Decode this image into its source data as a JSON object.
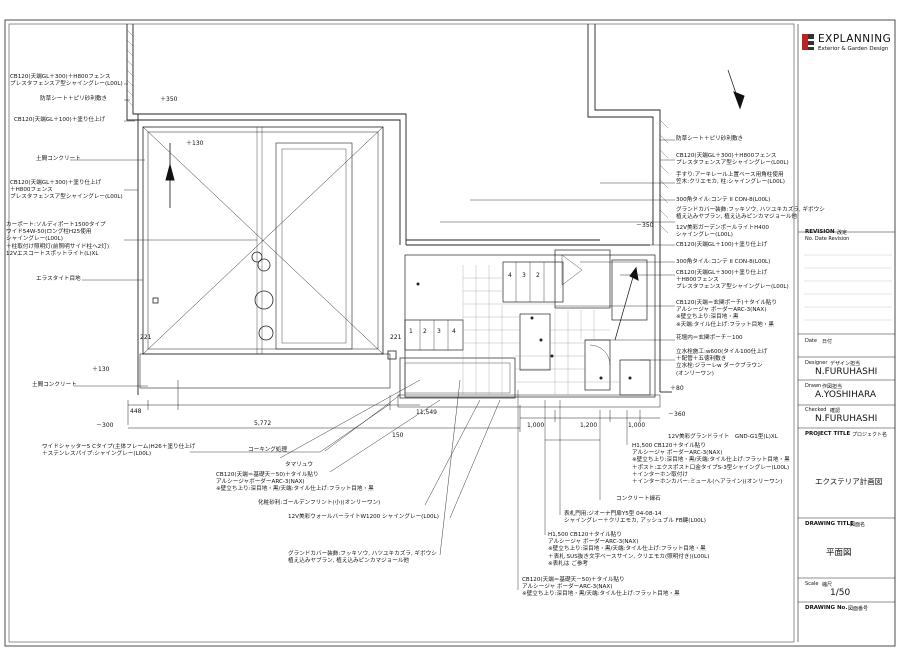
{
  "title_block": {
    "brand": "EXPLANNING",
    "brand_sub": "Exterior & Garden Design",
    "revision_label": "REVISION",
    "revision_jp": "改定",
    "revision_cols": "No. Date Revision",
    "date_label": "Date",
    "date_jp": "日付",
    "designer_label": "Designer",
    "designer_jp": "デザイン担当",
    "designer_name": "N.FURUHASHI",
    "drawn_label": "Drawn",
    "drawn_jp": "作図担当",
    "drawn_name": "A.YOSHIHARA",
    "checked_label": "Checked",
    "checked_jp": "確認",
    "checked_name": "N.FURUHASHI",
    "project_label": "PROJECT TITLE",
    "project_jp": "プロジェクト名",
    "project_name": "エクステリア計画図",
    "drawing_label": "DRAWING TITLE",
    "drawing_jp": "図面名",
    "drawing_name": "平面図",
    "scale_label": "Scale",
    "scale_jp": "縮尺",
    "scale_value": "1/50",
    "drawing_no_label": "DRAWING No.",
    "drawing_no_jp": "図面番号"
  },
  "labels_left": [
    "CB120(天端GL＋300)＋H800フェンス\nプレスタフェンスア型シャイングレー(L00L)",
    "防草シート＋ピリ砂利敷き",
    "CB120(天端GL＋100)＋塗り仕上げ",
    "土間コンクリート",
    "CB120(天端GL＋300)＋塗り仕上げ\n＋H800フェンス\nプレスタフェンスア型シャイングレー(L00L)",
    "カーポート:ソルディポート1500タイプ\nワイド54W-50(ロング柱H25使用\nシャイングレー(L00L)\n＋柱取付け照明灯(前照明サイド柱へ2灯)\n12Vエスコートスポットライト(L)XL",
    "エラスタイト目地",
    "土間コンクリート",
    "ワイドシャッター5 Cタイプ(主体フレーム)H26＋塗り仕上げ\n＋ステンレスパイプ:シャイングレー(L00L)"
  ],
  "labels_right": [
    "防草シート＋ピリ砂利敷き",
    "CB120(天端GL＋300)＋H800フェンス\nプレスタフェンスア型シャイングレー(L00L)",
    "手すり:アーキレール上置ベース用角柱使用\n笠木:クリエモカ, 柱:シャイングレー(L00L)",
    "300角タイル:コンテ II CON-8(L00L)",
    "グランドカバー装飾:フッキソウ, ハツユキカズラ, ギボウシ\n植え込みヤブラン, 植え込みピンカマジョール他",
    "12V美彩ガーデンポールライトH400\nシャイングレー(L00L)",
    "CB120(天端GL＋100)＋塗り仕上げ",
    "300角タイル:コンテ II CON-8(L00L)",
    "CB120(天端GL＋300)＋塗り仕上げ\n＋H800フェンス\nプレスタフェンスア型シャイングレー(L00L)",
    "CB120(天端＝玄関ポーチ)＋タイル貼り\nアルシージャ ボーダーARC-3(NAX)\n※壁立ち上り:深目地・黒\n※天端:タイル仕上げ:フラット目地・黒",
    "花壇内＝玄関ポーチ－100",
    "立水栓施工:w600(タイル100仕上げ\n＋配管＋五徳利敷き\n立水栓:ジラーレw ダークブラウン\n(オンリーワン)"
  ],
  "labels_bottom": [
    "コーキング処理",
    "タマリュウ",
    "CB120(天端＝基礎天－50)＋タイル貼り\nアルシージャボーダーARC-3(NAX)\n※壁立ち上り:深目地・黒/天端:タイル仕上げ:フラット目地・黒",
    "化粧砂利:ゴールデンフリント(小)(オンリーワン)",
    "12V美彩ウォールバーライトW1200 シャイングレー(L00L)",
    "グランドカバー装飾:フッキソウ, ハツユキカズラ, ギボウシ\n植え込みヤブラン, 植え込みピンカマジョール他",
    "12V美彩グランドライト　GND-G1型(L)XL",
    "H1,500 CB120＋タイル貼り\nアルシージャ ボーダーARC-3(NAX)\n※壁立ち上り:深目地・黒/天端:タイル仕上げ:フラット目地・黒\n＋ポスト:エクスポスト口金タイプS-3型シャイングレー(L00L)\n＋インターホン取付け\n＋インターホンカバー:ミュール(ヘアライン)(オンリーワン)",
    "コンクリート縁石",
    "表札門用:ジオーナ門扉Y5型 04-08-14\nシャイングレー＋クリエモカ, アッシュブル FB鍵(L00L)",
    "H1,500 CB120＋タイル貼り\nアルシージャ ボーダーARC-3(NAX)\n※壁立ち上り:深目地・黒/天端:タイル仕上げ:フラット目地・黒\n＋表札 SUS抜き文字ベースサイン, クリエモカ(照明付き)(L00L)\n※表札は ご参考",
    "CB120(天端＝基礎天－50)＋タイル貼り\nアルシージャ ボーダーARC-3(NAX)\n※壁立ち上り:深目地・黒/天端:タイル仕上げ:フラット目地・黒"
  ],
  "dims": {
    "d_plus350": "＋350",
    "d_plus130a": "＋130",
    "d_plus130b": "＋130",
    "d_221a": "221",
    "d_221b": "221",
    "d_448": "448",
    "d_minus300": "－300",
    "d_5772": "5,772",
    "d_11549": "11,549",
    "d_150": "150",
    "d_1000a": "1,000",
    "d_1200": "1,200",
    "d_1000b": "1,000",
    "d_minus360": "－360",
    "d_plus80": "＋80",
    "d_minus350": "－350",
    "step1": "1",
    "step2": "2",
    "step3": "3",
    "step4": "4",
    "step4b": "4",
    "step3b": "3",
    "step2b": "2"
  }
}
